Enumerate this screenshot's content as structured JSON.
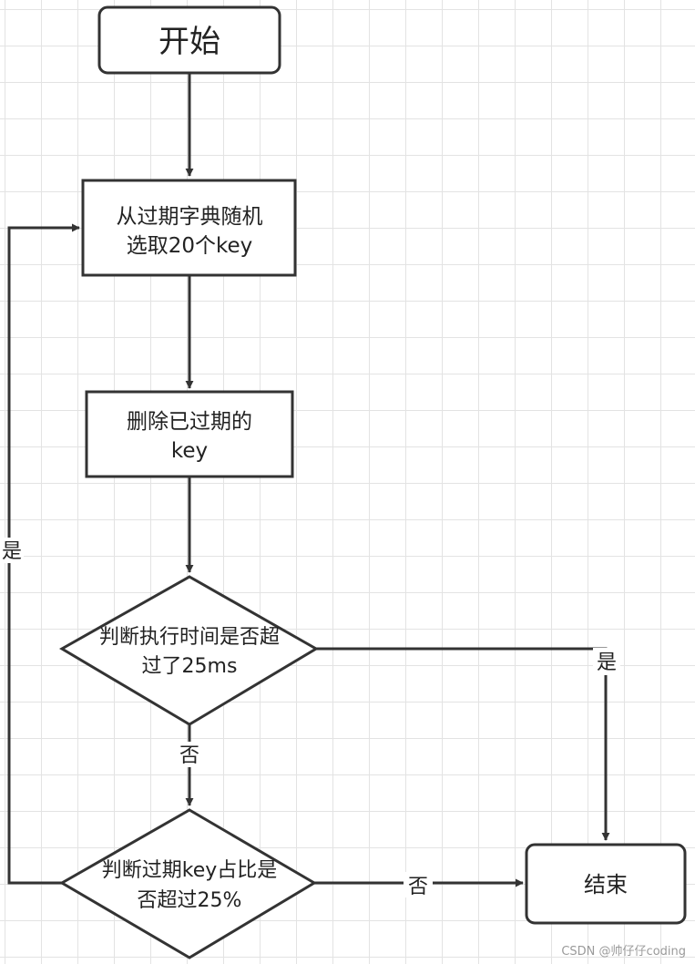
{
  "nodes": {
    "start": {
      "label": "开始"
    },
    "select": {
      "line1": "从过期字典随机",
      "line2": "选取20个key"
    },
    "delete": {
      "line1": "删除已过期的",
      "line2": "key"
    },
    "check_time": {
      "line1": "判断执行时间是否超",
      "line2": "过了25ms"
    },
    "check_ratio": {
      "line1": "判断过期key占比是",
      "line2": "否超过25%"
    },
    "end": {
      "label": "结束"
    }
  },
  "edges": {
    "ratio_yes": "是",
    "time_yes": "是",
    "time_no": "否",
    "ratio_no": "否"
  },
  "watermark": "CSDN @帅仔仔coding"
}
